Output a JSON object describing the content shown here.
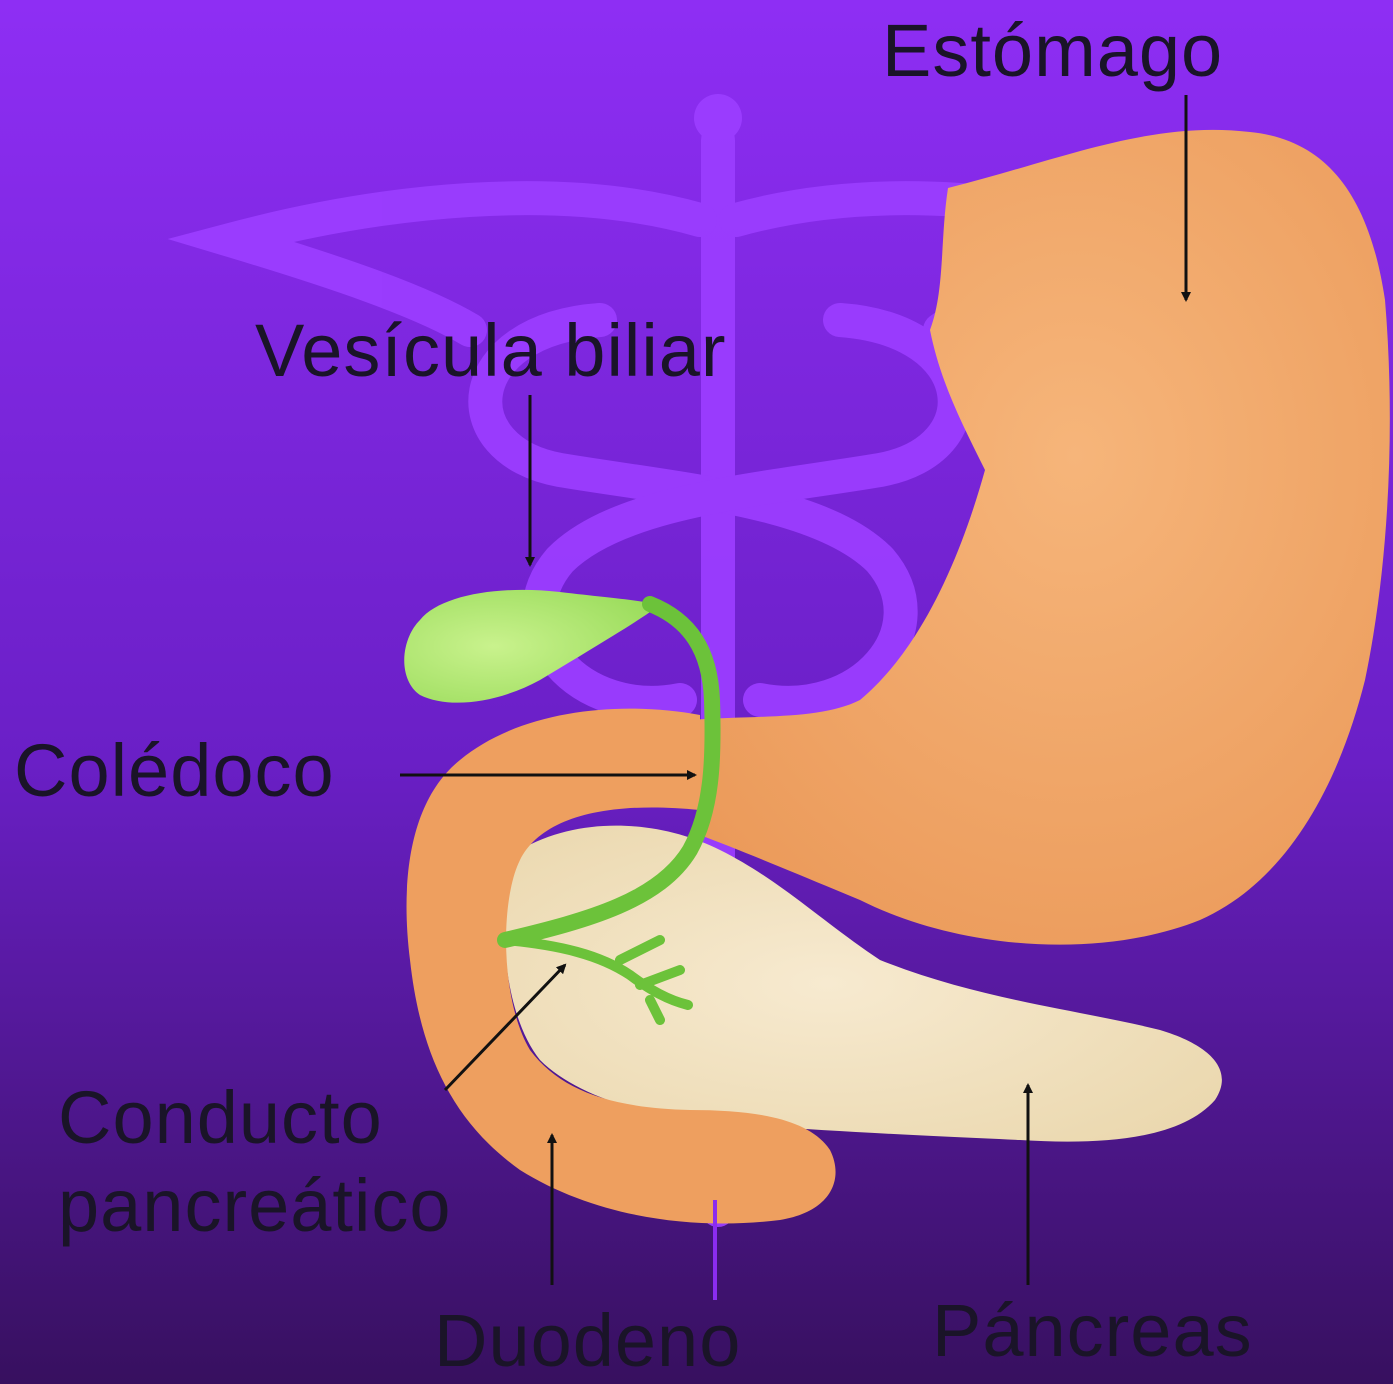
{
  "labels": {
    "estomago": "Estómago",
    "vesicula": "Vesícula biliar",
    "coledoco": "Colédoco",
    "conducto_line1": "Conducto",
    "conducto_line2": "pancreático",
    "duodeno": "Duodeno",
    "pancreas": "Páncreas"
  },
  "colors": {
    "background_top": "#8b2cf0",
    "background_bottom": "#3a1068",
    "watermark": "#9a3cff",
    "stomach": "#f2a86a",
    "pancreas": "#f1e2bf",
    "gallbladder": "#b8ec74",
    "duct": "#6cc23a",
    "label_text": "#1a1428",
    "arrows": "#111111"
  },
  "watermark_icon": "caduceus-icon"
}
